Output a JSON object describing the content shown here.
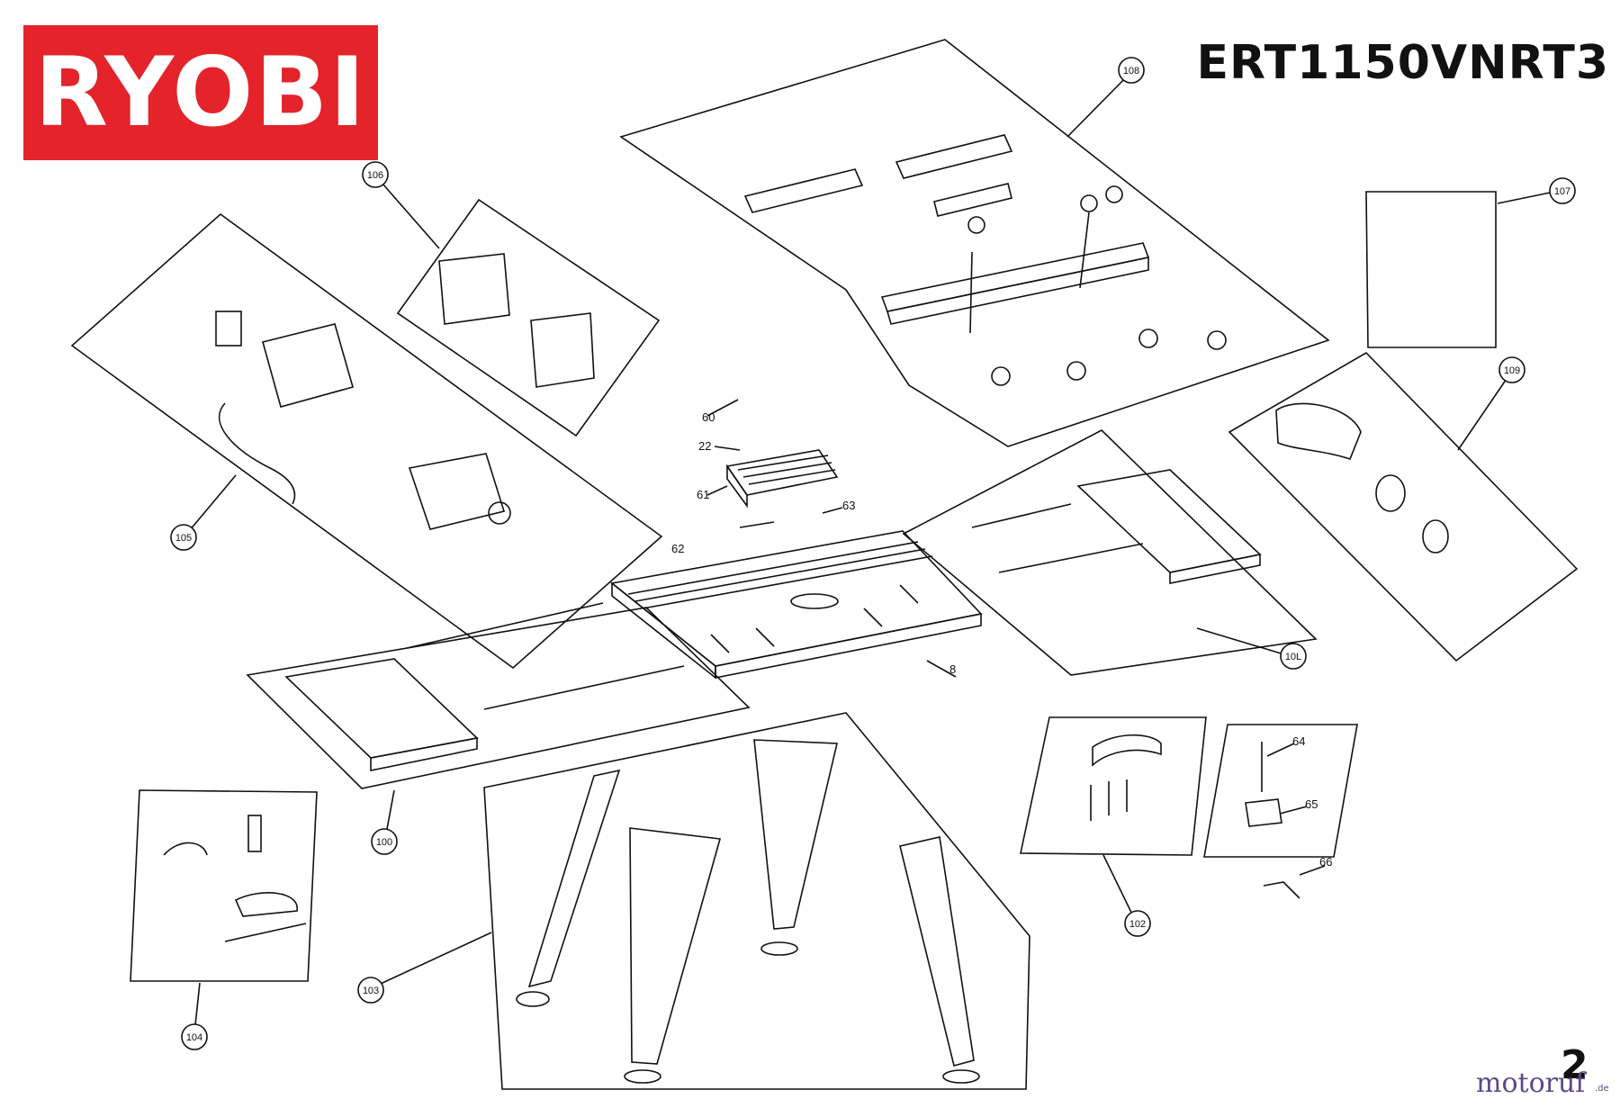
{
  "brand": {
    "logo": "RYOBI",
    "color": "#e4232a"
  },
  "header": {
    "model": "ERT1150VNRT3"
  },
  "callouts": {
    "c100": "100",
    "c101": "10L",
    "c102": "102",
    "c103": "103",
    "c104": "104",
    "c105": "105",
    "c106": "106",
    "c107": "107",
    "c108": "108",
    "c109": "109",
    "p8": "8",
    "p22": "22",
    "p60": "60",
    "p61": "61",
    "p62": "62",
    "p63": "63",
    "p64": "64",
    "p65": "65",
    "p66": "66"
  },
  "footer": {
    "page": "2",
    "watermark": "motoruf",
    "watermark_domain": ".de"
  }
}
